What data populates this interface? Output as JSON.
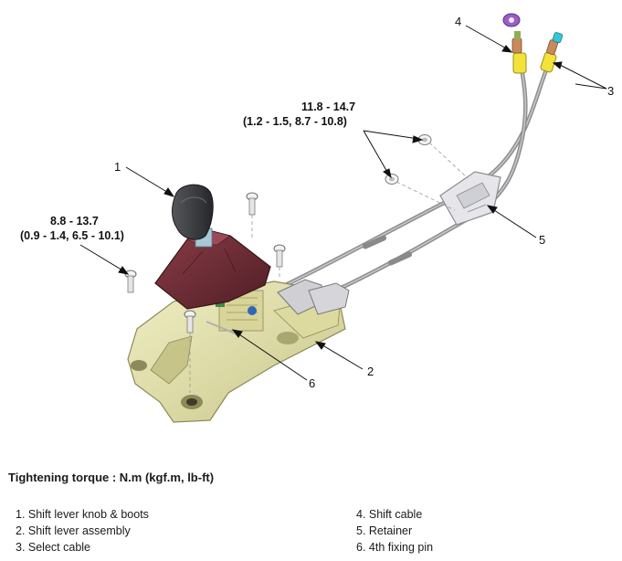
{
  "torque_specs": {
    "cable_retainer_nuts": {
      "value": "11.8 - 14.7",
      "units": "(1.2 - 1.5, 8.7 - 10.8)"
    },
    "lever_bolts": {
      "value": "8.8 - 13.7",
      "units": "(0.9 - 1.4, 6.5 - 10.1)"
    }
  },
  "callouts": [
    "1",
    "2",
    "3",
    "4",
    "5",
    "6"
  ],
  "caption": "Tightening torque : N.m (kgf.m, lb-ft)",
  "legend": {
    "left": [
      "1. Shift lever knob & boots",
      "2. Shift lever assembly",
      "3. Select cable"
    ],
    "right": [
      "4. Shift cable",
      "5. Retainer",
      "6. 4th fixing pin"
    ]
  },
  "colors": {
    "boot": "#6b2a33",
    "base": "#e4e2a8",
    "cable": "#9a9a9c",
    "knob": "#3a3b3e",
    "cable_end_yellow": "#f2e23a",
    "cable_tip_purple": "#9a5fc4",
    "cable_tip_cyan": "#36c6d8"
  }
}
